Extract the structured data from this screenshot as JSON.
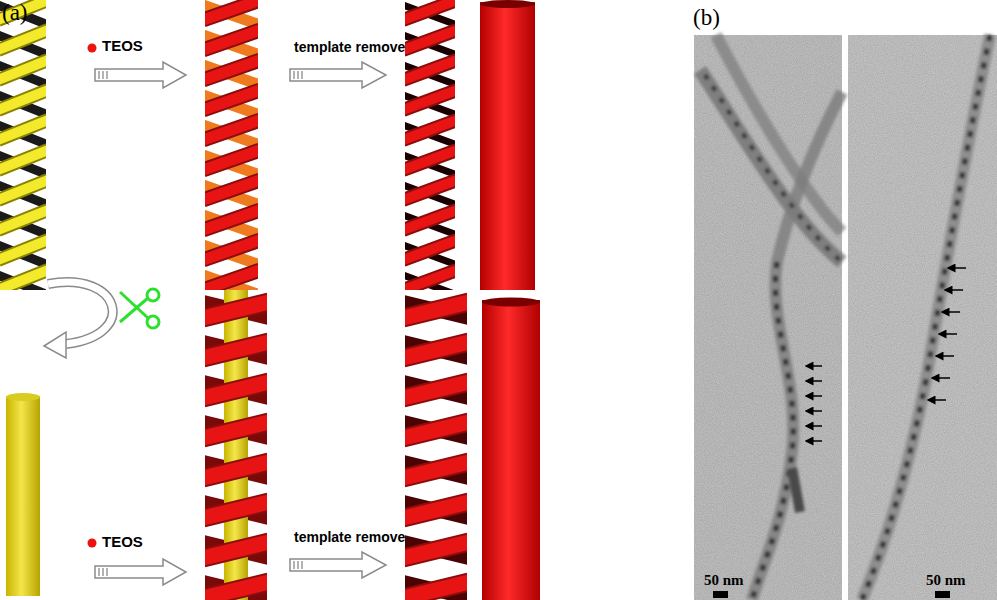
{
  "diagram": {
    "labels": [
      "(a)",
      "(b)",
      "TEOS",
      "template remove",
      "TEOS",
      "template remove",
      "50 nm",
      "50 nm"
    ]
  }
}
